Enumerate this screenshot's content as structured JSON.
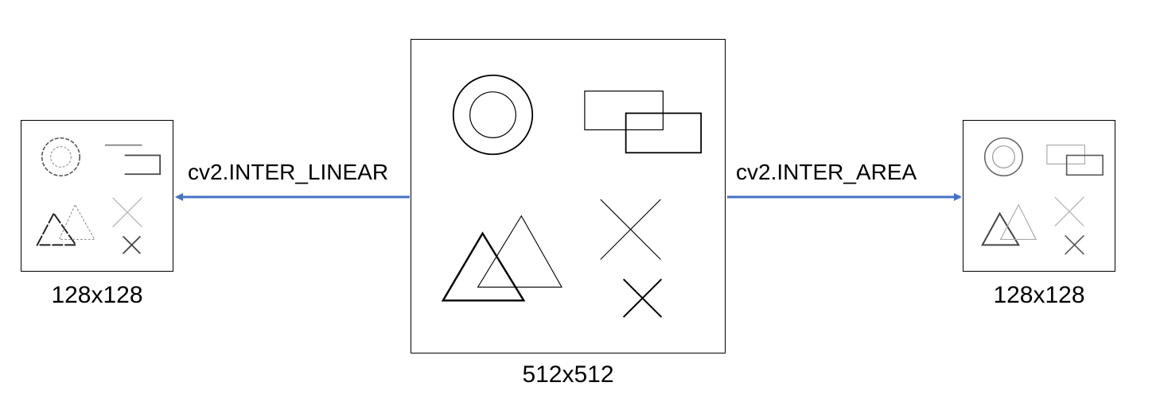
{
  "figure": {
    "source_size_label": "512x512",
    "left_size_label": "128x128",
    "right_size_label": "128x128",
    "left_method_label": "cv2.INTER_LINEAR",
    "right_method_label": "cv2.INTER_AREA"
  },
  "colors": {
    "arrow": "#4472c4",
    "outline": "#000000",
    "linear_light_stroke": "#9a9a9a",
    "area_stroke": "#555555",
    "area_light_stroke": "#a8a8a8"
  },
  "shapes": [
    "concentric-circles",
    "overlapping-rectangles",
    "overlapping-triangles",
    "crossed-lines"
  ]
}
